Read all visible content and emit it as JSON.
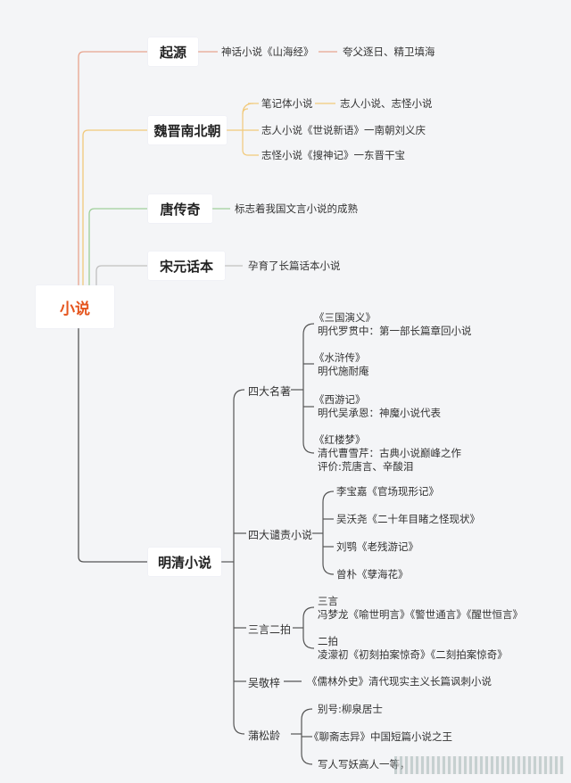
{
  "root": "小说",
  "branches": {
    "qiyuan": {
      "title": "起源",
      "text1": "神话小说《山海经》",
      "text2": "夸父逐日、精卫填海"
    },
    "weijin": {
      "title": "魏晋南北朝",
      "item1a": "笔记体小说",
      "item1b": "志人小说、志怪小说",
      "item2": "志人小说《世说新语》一南朝刘义庆",
      "item3": "志怪小说《搜神记》一东晋干宝"
    },
    "tang": {
      "title": "唐传奇",
      "text": "标志着我国文言小说的成熟"
    },
    "songyuan": {
      "title": "宋元话本",
      "text": "孕育了长篇话本小说"
    },
    "mingqing": {
      "title": "明清小说",
      "sida": {
        "title": "四大名著",
        "b1": "《三国演义》",
        "b1d": "明代罗贯中：第一部长篇章回小说",
        "b2": "《水浒传》",
        "b2d": "明代施耐庵",
        "b3": "《西游记》",
        "b3d": "明代吴承恩：神魔小说代表",
        "b4": "《红楼梦》",
        "b4d": "清代曹雪芹：古典小说巅峰之作",
        "b4e": "评价:荒唐言、辛酸泪"
      },
      "qianze": {
        "title": "四大谴责小说",
        "i1": "李宝嘉《官场现形记》",
        "i2": "吴沃尧《二十年目睹之怪现状》",
        "i3": "刘鹗《老残游记》",
        "i4": "曾朴《孽海花》"
      },
      "sanyan": {
        "title": "三言二拍",
        "a": "三言",
        "ad": "冯梦龙《喻世明言》《警世通言》《醒世恒言》",
        "b": "二拍",
        "bd": "凌濛初《初刻拍案惊奇》《二刻拍案惊奇》"
      },
      "wu": {
        "title": "吴敬梓",
        "text": "《儒林外史》清代现实主义长篇讽刺小说"
      },
      "pu": {
        "title": "蒲松龄",
        "i1": "别号:柳泉居士",
        "i2": "《聊斋志异》中国短篇小说之王",
        "i3": "写人写妖高人一等，"
      }
    }
  },
  "colors": {
    "root": "#e5561f",
    "qiyuan": "#e8a48e",
    "weijin": "#f1c97a",
    "tang": "#9fcf9a",
    "songyuan": "#c0c0c0",
    "mingqing": "#555555"
  }
}
